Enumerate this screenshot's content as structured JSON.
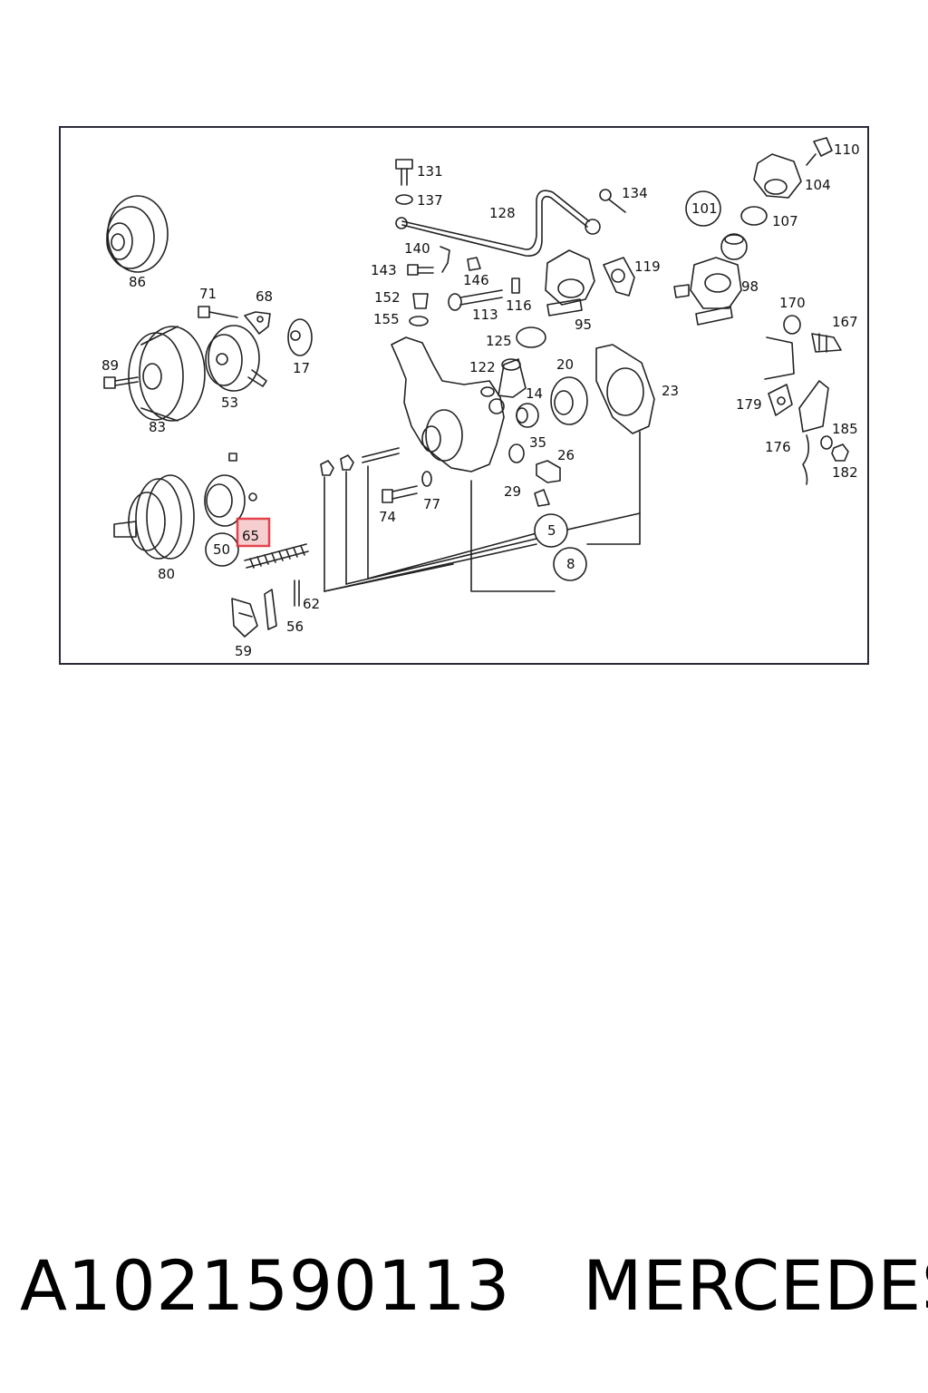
{
  "diagram": {
    "callouts": {
      "c131": "131",
      "c137": "137",
      "c128": "128",
      "c134": "134",
      "c110": "110",
      "c104": "104",
      "c101": "101",
      "c107": "107",
      "c86": "86",
      "c140": "140",
      "c143": "143",
      "c146": "146",
      "c119": "119",
      "c71": "71",
      "c68": "68",
      "c152": "152",
      "c116": "116",
      "c113": "113",
      "c155": "155",
      "c95": "95",
      "c98": "98",
      "c170": "170",
      "c167": "167",
      "c17": "17",
      "c125": "125",
      "c89": "89",
      "c122": "122",
      "c20": "20",
      "c14": "14",
      "c23": "23",
      "c53": "53",
      "c83": "83",
      "c179": "179",
      "c185": "185",
      "c176": "176",
      "c35": "35",
      "c26": "26",
      "c182": "182",
      "c29": "29",
      "c77": "77",
      "c74": "74",
      "c5": "5",
      "c65": "65",
      "c50": "50",
      "c8": "8",
      "c80": "80",
      "c62": "62",
      "c56": "56",
      "c59": "59"
    },
    "highlight_color": "#e0303a"
  },
  "caption": {
    "part_number": "A1021590113",
    "brand": "MERCEDES"
  }
}
